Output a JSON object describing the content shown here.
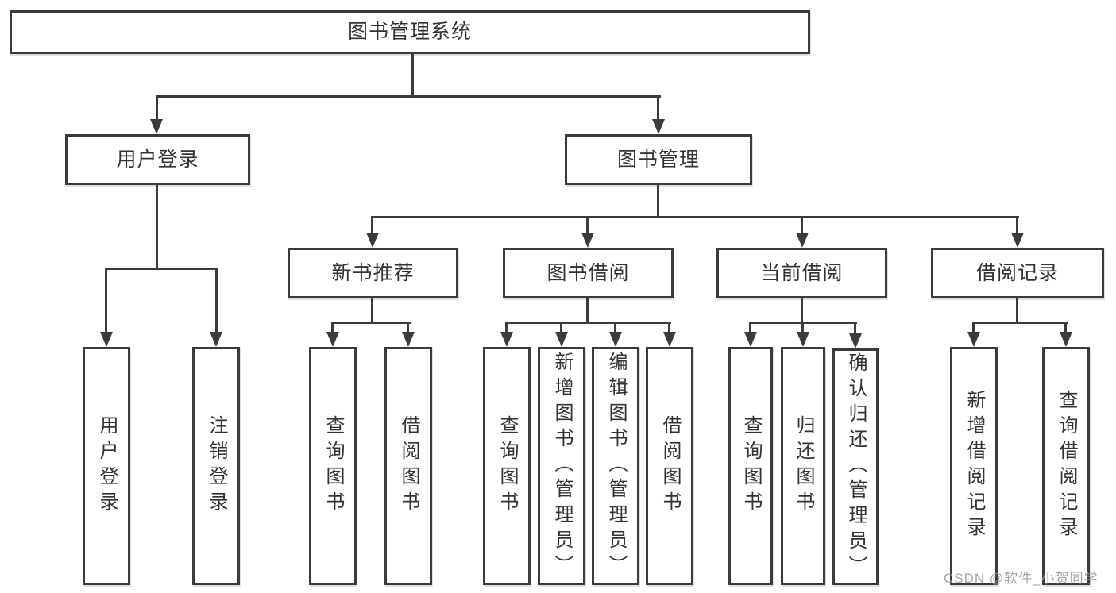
{
  "diagram_title": "图书管理系统",
  "nodes": {
    "root": "图书管理系统",
    "user_login": "用户登录",
    "book_management": "图书管理",
    "new_book_recommend": "新书推荐",
    "book_borrowing": "图书借阅",
    "current_borrowing": "当前借阅",
    "borrowing_records": "借阅记录",
    "ul_user_login": "用户登录",
    "ul_logout": "注销登录",
    "nb_query_books": "查询图书",
    "nb_borrow_books": "借阅图书",
    "bb_query_books": "查询图书",
    "bb_add_books": "新增图书（管理员）",
    "bb_edit_books": "编辑图书（管理员）",
    "bb_borrow_books": "借阅图书",
    "cb_query_books": "查询图书",
    "cb_return_books": "归还图书",
    "cb_confirm_return": "确认归还（管理员）",
    "br_add_record": "新增借阅记录",
    "br_query_record": "查询借阅记录"
  },
  "hierarchy": {
    "图书管理系统": {
      "用户登录": [
        "用户登录",
        "注销登录"
      ],
      "图书管理": {
        "新书推荐": [
          "查询图书",
          "借阅图书"
        ],
        "图书借阅": [
          "查询图书",
          "新增图书（管理员）",
          "编辑图书（管理员）",
          "借阅图书"
        ],
        "当前借阅": [
          "查询图书",
          "归还图书",
          "确认归还（管理员）"
        ],
        "借阅记录": [
          "新增借阅记录",
          "查询借阅记录"
        ]
      }
    }
  },
  "watermark": {
    "text": "CSDN @软件_小贺同学"
  },
  "colors": {
    "line": "#3b3b3d",
    "text": "#333333",
    "background": "#ffffff",
    "watermark": "#9b9ba0"
  }
}
